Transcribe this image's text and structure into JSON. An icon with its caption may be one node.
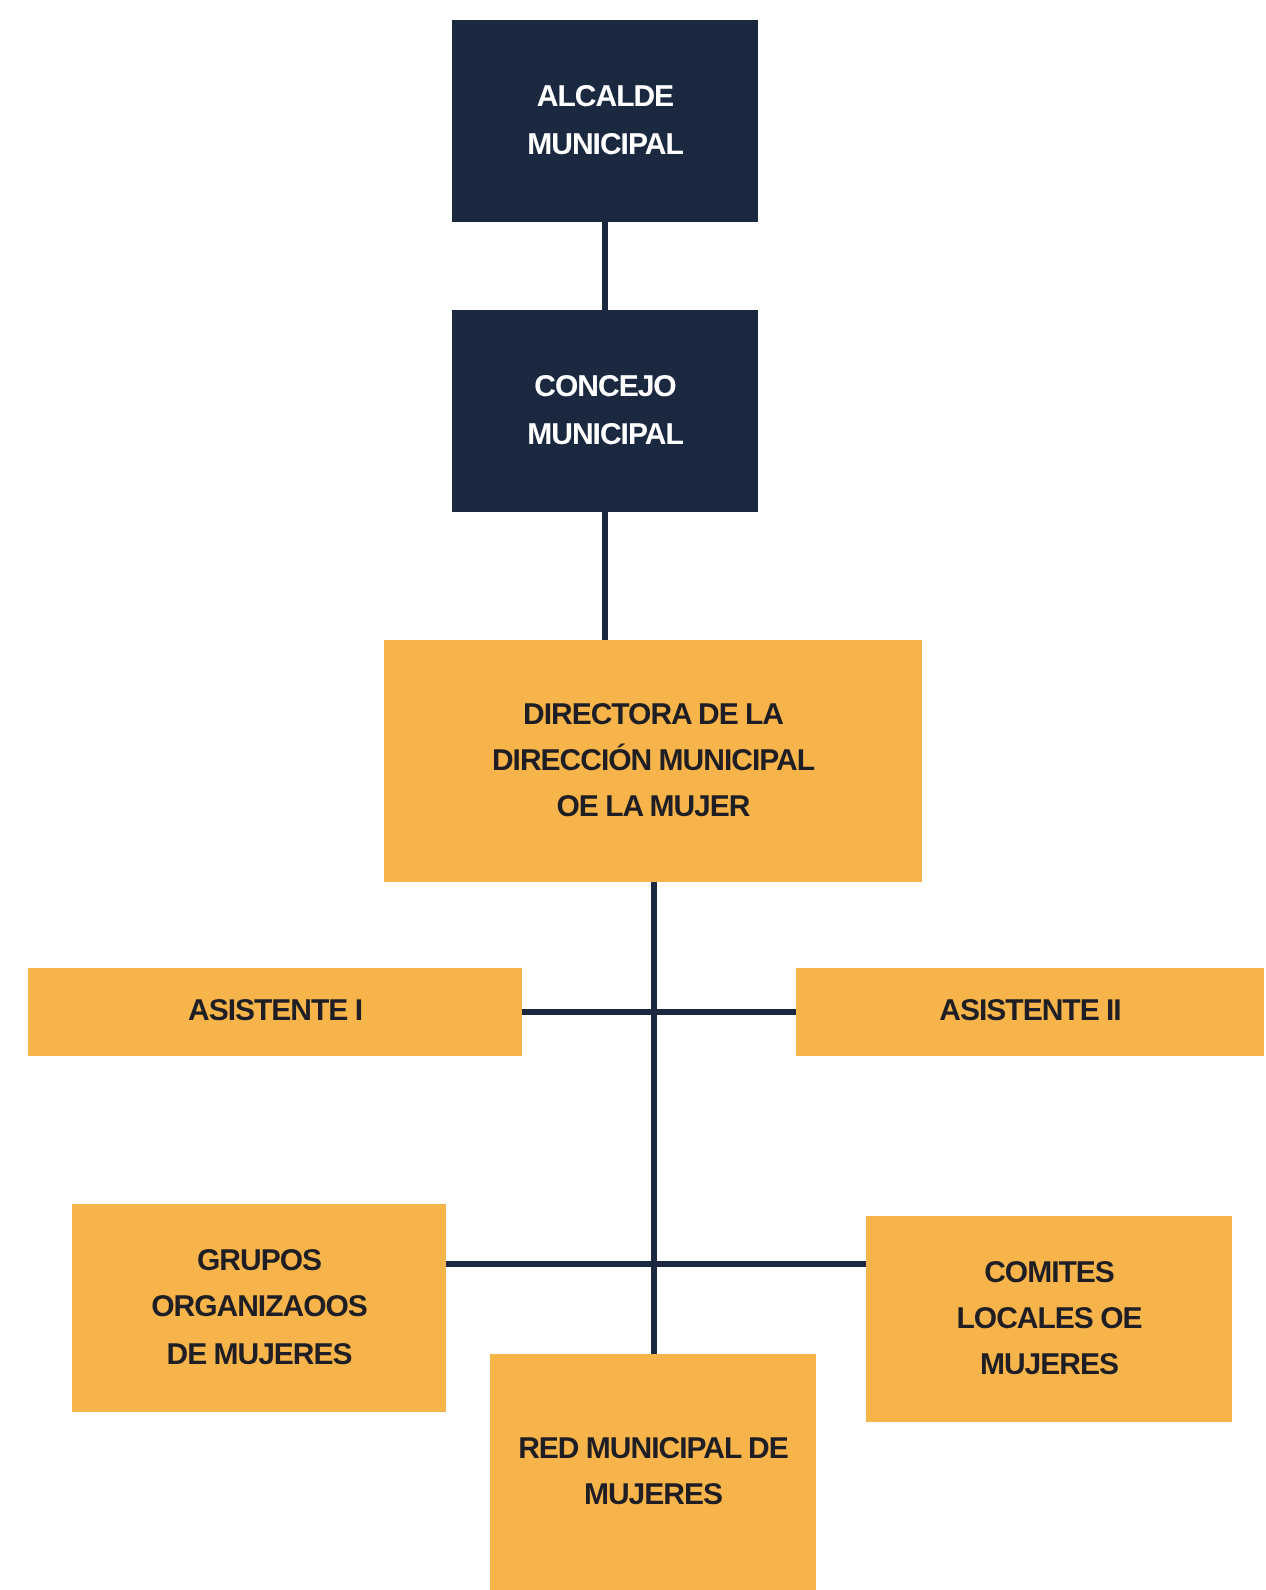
{
  "diagram": {
    "nodes": [
      {
        "text": [
          "ALCALDE MUNICIPAL"
        ]
      },
      {
        "text": [
          "CONCEJO MUNICIPAL"
        ]
      },
      {
        "text": [
          "DIRECTORA DE LA DIRECCIÓN MUNICIPAL OE LA MUJER"
        ]
      },
      {
        "text": [
          "ASISTENTE I"
        ]
      },
      {
        "text": [
          "ASISTENTE II"
        ]
      },
      {
        "text": [
          "GRUPOS ORGANIZAOOS DE MUJERES"
        ]
      },
      {
        "text": [
          "COMITES LOCALES OE MUJERES"
        ]
      },
      {
        "text": [
          "RED MUNICIPAL DE MUJERES"
        ]
      }
    ],
    "edges": [
      {
        "from": 0,
        "to": 1,
        "arrow": "none"
      },
      {
        "from": 1,
        "to": 2,
        "arrow": "none"
      },
      {
        "from": 2,
        "to": 3,
        "arrow": "none"
      },
      {
        "from": 2,
        "to": 4,
        "arrow": "none"
      },
      {
        "from": 2,
        "to": 5,
        "arrow": "none"
      },
      {
        "from": 2,
        "to": 6,
        "arrow": "none"
      },
      {
        "from": 2,
        "to": 7,
        "arrow": "none"
      }
    ]
  }
}
